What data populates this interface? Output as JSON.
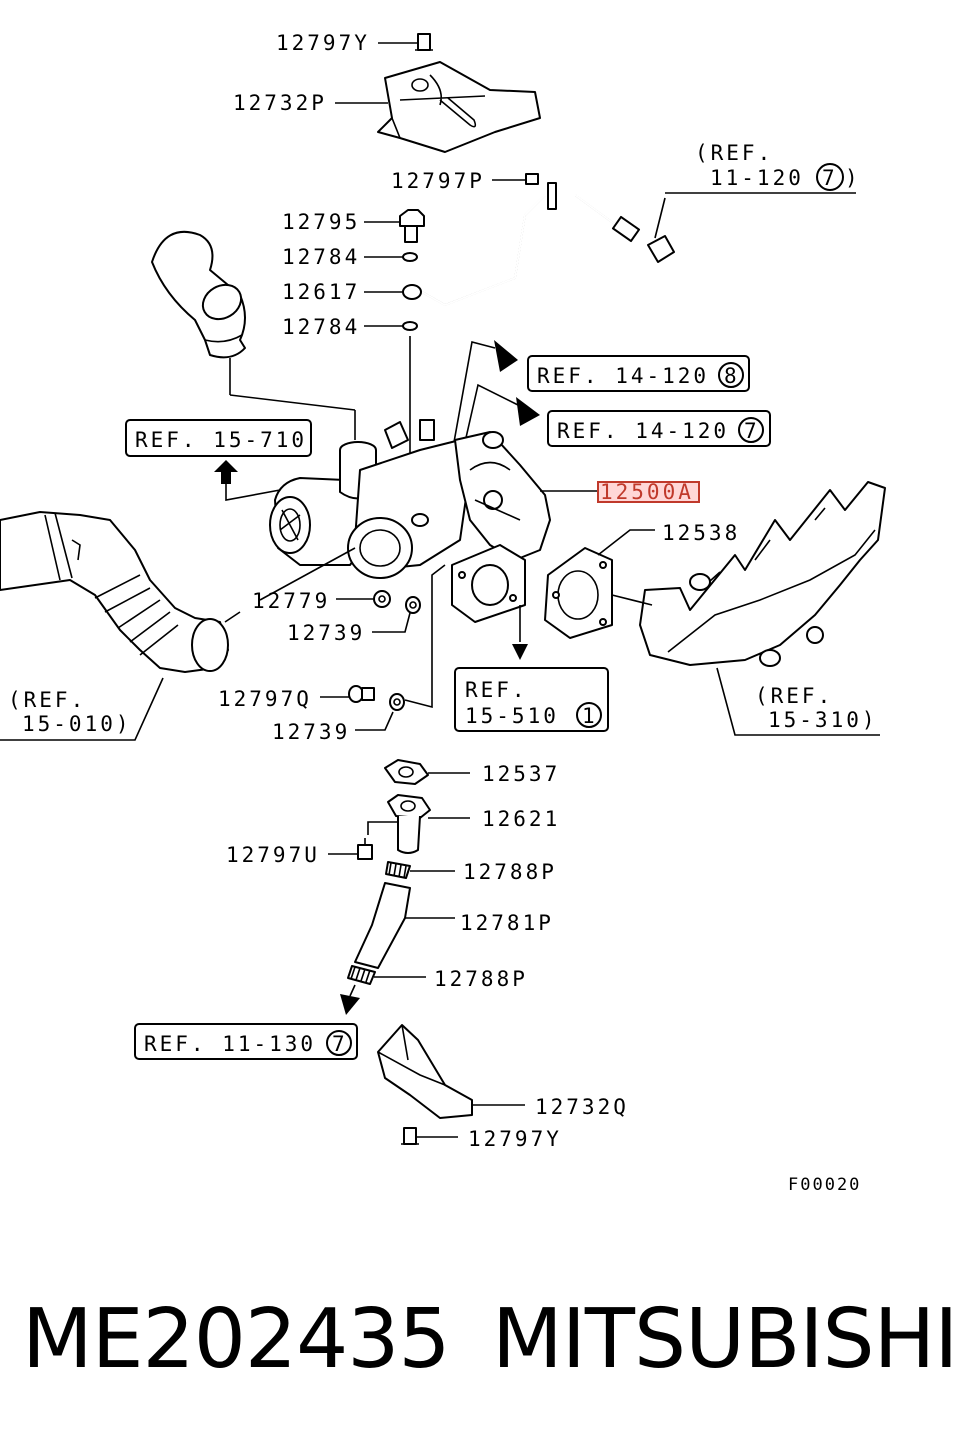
{
  "labels": {
    "l12797Y_top": "12797Y",
    "l12732P": "12732P",
    "l12797P": "12797P",
    "l12795": "12795",
    "l12784_a": "12784",
    "l12617": "12617",
    "l12784_b": "12784",
    "l12500A": "12500A",
    "l12538": "12538",
    "l12779": "12779",
    "l12739_a": "12739",
    "l12797Q": "12797Q",
    "l12739_b": "12739",
    "l12537": "12537",
    "l12621": "12621",
    "l12797U": "12797U",
    "l12788P_a": "12788P",
    "l12781P": "12781P",
    "l12788P_b": "12788P",
    "l12732Q": "12732Q",
    "l12797Y_bot": "12797Y",
    "code": "F00020"
  },
  "refs": {
    "ref_11_120_l1": "(REF.",
    "ref_11_120_l2": "11-120",
    "ref_11_120_n": "7",
    "ref_11_120_close": ")",
    "ref_14_120_8": "REF. 14-120",
    "ref_14_120_8_n": "8",
    "ref_14_120_7": "REF. 14-120",
    "ref_14_120_7_n": "7",
    "ref_15_710": "REF. 15-710",
    "ref_15_010_l1": "(REF.",
    "ref_15_010_l2": "15-010)",
    "ref_15_510_l1": "REF.",
    "ref_15_510_l2": "15-510",
    "ref_15_510_n": "1",
    "ref_15_310_l1": "(REF.",
    "ref_15_310_l2": "15-310)",
    "ref_11_130": "REF. 11-130",
    "ref_11_130_n": "7"
  },
  "footer": {
    "part_number": "ME202435",
    "brand": "MITSUBISHI"
  },
  "colors": {
    "highlight": "#c0392b",
    "ink": "#000000"
  }
}
